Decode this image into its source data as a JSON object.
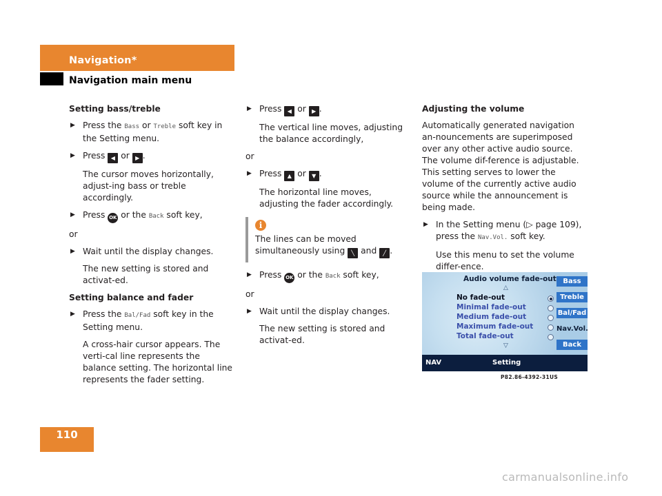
{
  "header": {
    "title": "Navigation*",
    "subtitle": "Navigation main menu"
  },
  "page_number": "110",
  "col1": {
    "heading1": "Setting bass/treble",
    "b1_pre": "Press the",
    "b1_k1": "Bass",
    "b1_mid": "or",
    "b1_k2": "Treble",
    "b1_post": "soft key in the Setting menu.",
    "b2_pre": "Press",
    "b2_mid": "or",
    "b2_post": ".",
    "p1": "The cursor moves horizontally, adjust-ing bass or treble accordingly.",
    "b3_pre": "Press",
    "b3_mid": "or the",
    "b3_k": "Back",
    "b3_post": "soft key,",
    "or1": "or",
    "b4": "Wait until the display changes.",
    "p2": "The new setting is stored and activat-ed.",
    "heading2": "Setting balance and fader",
    "b5_pre": "Press the",
    "b5_k": "Bal/Fad",
    "b5_post": "soft key in the Setting menu.",
    "p3": "A cross-hair cursor appears. The verti-cal line represents the balance setting. The horizontal line represents the fader setting."
  },
  "col2": {
    "b1_pre": "Press",
    "b1_mid": "or",
    "b1_post": ".",
    "p1": "The vertical line moves, adjusting the balance accordingly,",
    "or1": "or",
    "b2_pre": "Press",
    "b2_mid": "or",
    "b2_post": ".",
    "p2": "The horizontal line moves, adjusting the fader accordingly.",
    "info_pre": "The lines can be moved simultaneously using",
    "info_mid": "and",
    "info_post": ".",
    "b3_pre": "Press",
    "b3_mid": "or the",
    "b3_k": "Back",
    "b3_post": "soft key,",
    "or2": "or",
    "b4": "Wait until the display changes.",
    "p3": "The new setting is stored and activat-ed."
  },
  "col3": {
    "heading": "Adjusting the volume",
    "p1": "Automatically generated navigation an-nouncements are superimposed over any other active audio source. The volume dif-ference is adjustable. This setting serves to lower the volume of the currently active audio source while the announcement is being made.",
    "b1_pre": "In the Setting menu (",
    "b1_arrow": "▷",
    "b1_ref": "page 109),",
    "b1_line2": "press the",
    "b1_k": "Nav.Vol.",
    "b1_post": "soft key.",
    "p2": "Use this menu to set the volume differ-ence."
  },
  "screen": {
    "title": "Audio volume fade-out",
    "arrow_up": "△",
    "arrow_down": "▽",
    "options": [
      {
        "label": "No fade-out",
        "selected": true
      },
      {
        "label": "Minimal fade-out",
        "selected": false
      },
      {
        "label": "Medium fade-out",
        "selected": false
      },
      {
        "label": "Maximum fade-out",
        "selected": false
      },
      {
        "label": "Total fade-out",
        "selected": false
      }
    ],
    "softkeys": [
      "Bass",
      "Treble",
      "Bal/Fad",
      "Nav.Vol.",
      "Back"
    ],
    "status_left": "NAV",
    "status_center": "Setting",
    "image_code": "P82.86-4392-31US"
  },
  "keys": {
    "left": "◀",
    "right": "▶",
    "up": "▲",
    "down": "▼",
    "ok": "OK",
    "diag1": "╲",
    "diag2": "╱",
    "info": "i"
  },
  "watermark": "carmanualsonline.info"
}
